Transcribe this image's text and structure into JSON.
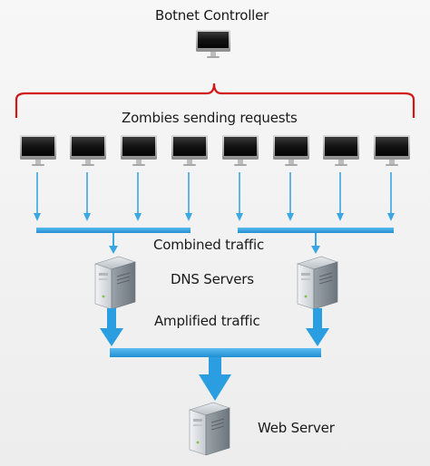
{
  "labels": {
    "controller": "Botnet Controller",
    "zombies": "Zombies sending requests",
    "combined": "Combined traffic",
    "dns": "DNS Servers",
    "amplified": "Amplified traffic",
    "web": "Web Server"
  },
  "colors": {
    "bracket": "#d01818",
    "arrow_thin": "#39a7e3",
    "arrow_thick": "#2a9ee0",
    "bar": "#2ca0e2",
    "monitor_frame": "#9a9a9a",
    "screen": "#151515"
  },
  "icons": {
    "controller": "monitor-icon",
    "zombie": "monitor-icon",
    "dns": "server-icon",
    "web": "server-icon"
  },
  "zombie_count": 8,
  "dns_server_count": 2
}
